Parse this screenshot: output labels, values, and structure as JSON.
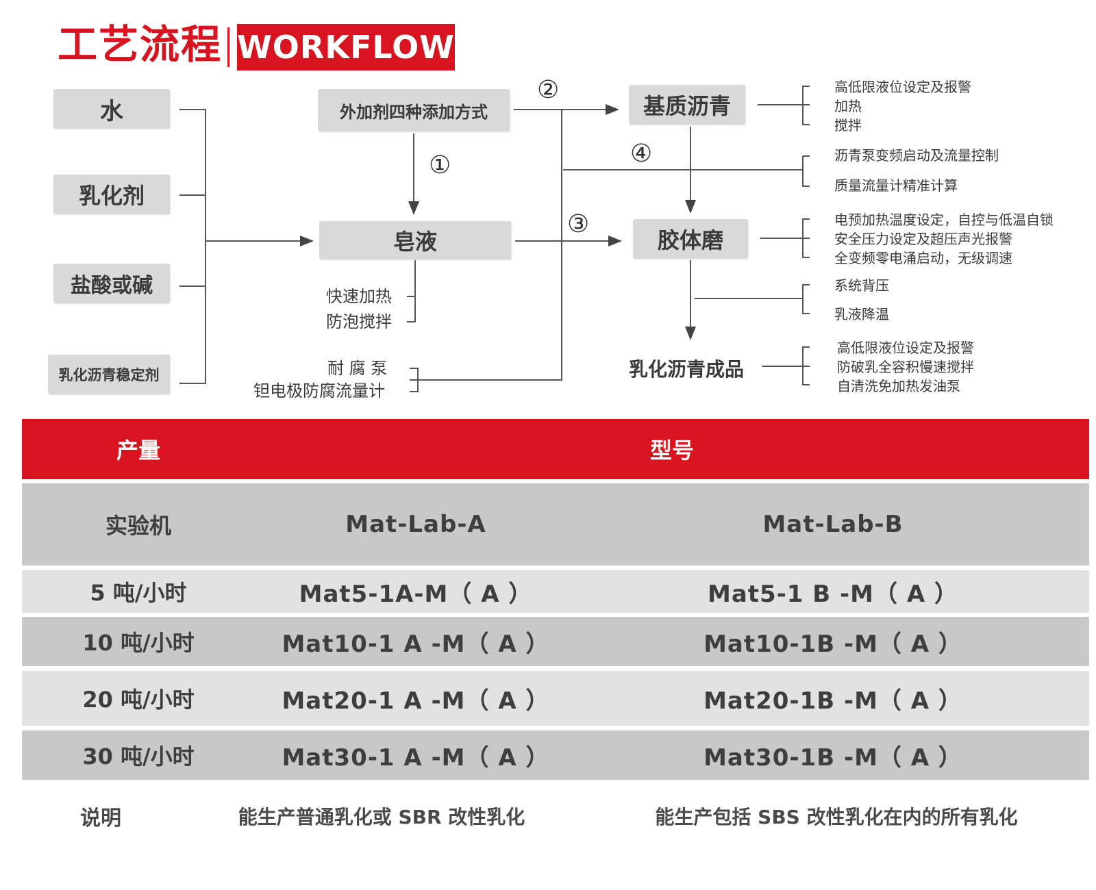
{
  "header": {
    "title_cn": "工艺流程",
    "title_en": "WORKFLOW"
  },
  "flow": {
    "inputs": [
      "水",
      "乳化剂",
      "盐酸或碱",
      "乳化沥青稳定剂"
    ],
    "additive": "外加剂四种添加方式",
    "soap": "皂液",
    "base_asphalt": "基质沥青",
    "colloid_mill": "胶体磨",
    "product": "乳化沥青成品",
    "markers": [
      "①",
      "②",
      "③",
      "④"
    ],
    "soap_features": [
      "快速加热",
      "防泡搅拌"
    ],
    "pump_features": [
      "耐 腐 泵",
      "钽电极防腐流量计"
    ],
    "asphalt_features": [
      "高低限液位设定及报警",
      "加热",
      "搅拌"
    ],
    "pump_control": [
      "沥青泵变频启动及流量控制",
      "质量流量计精准计算"
    ],
    "mill_features": [
      "电预加热温度设定，自控与低温自锁",
      "安全压力设定及超压声光报警",
      "全变频零电涌启动，无级调速"
    ],
    "mill_output": [
      "系统背压",
      "乳液降温"
    ],
    "product_features": [
      "高低限液位设定及报警",
      "防破乳全容积慢速搅拌",
      "自清洗免加热发油泵"
    ]
  },
  "table": {
    "headers": [
      "产量",
      "型号"
    ],
    "rows": [
      [
        "实验机",
        "Mat-Lab-A",
        "Mat-Lab-B"
      ],
      [
        "5 吨/小时",
        "Mat5-1A-M（ A ）",
        "Mat5-1 B -M（ A ）"
      ],
      [
        "10 吨/小时",
        "Mat10-1 A -M（ A ）",
        "Mat10-1B -M（ A ）"
      ],
      [
        "20 吨/小时",
        "Mat20-1 A -M（ A ）",
        "Mat20-1B -M（ A ）"
      ],
      [
        "30 吨/小时",
        "Mat30-1 A -M（ A ）",
        "Mat30-1B -M（ A ）"
      ]
    ],
    "note": [
      "说明",
      "能生产普通乳化或 SBR 改性乳化",
      "能生产包括 SBS 改性乳化在内的所有乳化"
    ]
  },
  "colors": {
    "accent": "#d7141f",
    "box": "#d9d9d9",
    "row_dark": "#c8c8c8",
    "row_light": "#e2e2e2"
  }
}
